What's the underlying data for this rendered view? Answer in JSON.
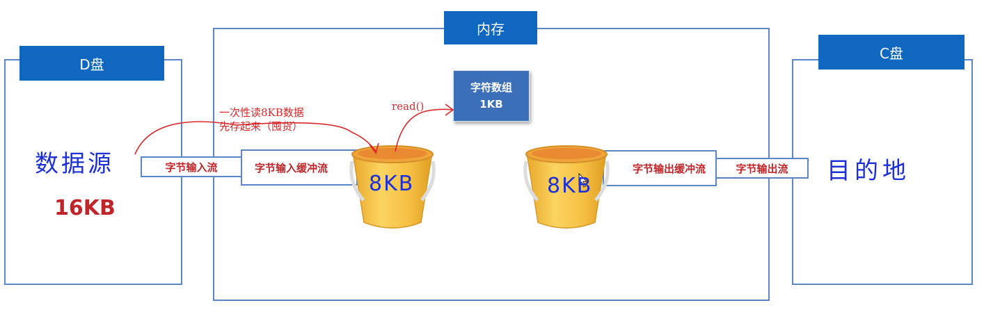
{
  "d_drive": {
    "tab": "D盘",
    "title": "数据源",
    "size": "16KB"
  },
  "memory": {
    "tab": "内存",
    "char_array": {
      "line1": "字符数组",
      "line2": "1KB"
    },
    "read_label": "read()",
    "note_line1": "一次性读8KB数据",
    "note_line2": "先存起来（囤货）",
    "left_bucket_label": "8KB",
    "right_bucket_label": "8KB"
  },
  "c_drive": {
    "tab": "C盘",
    "title": "目的地"
  },
  "streams": {
    "byte_input": "字节输入流",
    "byte_input_buffered": "字节输入缓冲流",
    "byte_output_buffered": "字节输出缓冲流",
    "byte_output": "字节输出流"
  },
  "colors": {
    "tab_blue": "#0f67bf",
    "border_blue": "#5b86c5",
    "red": "#c0252a",
    "hand_blue": "#1d2fd6",
    "bucket": "#f6c040"
  }
}
